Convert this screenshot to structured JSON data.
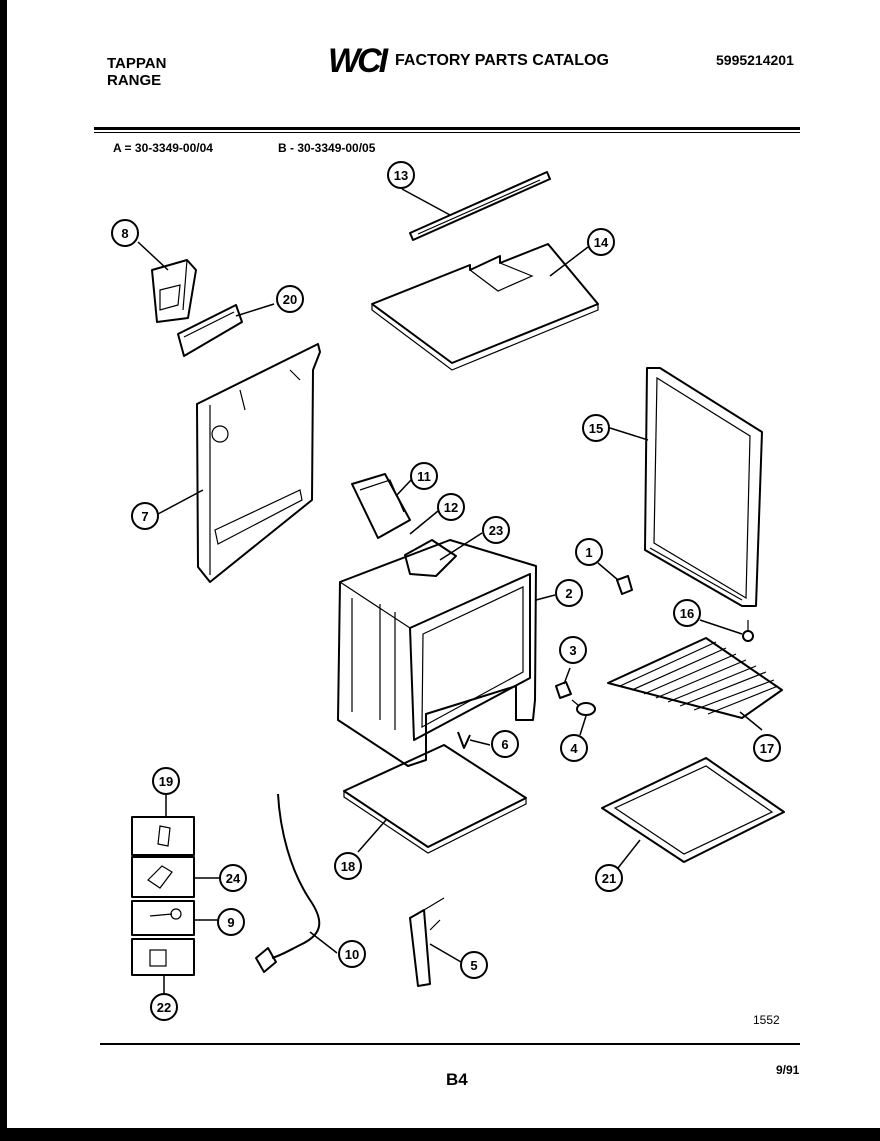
{
  "header": {
    "brand": "TAPPAN",
    "product_type": "RANGE",
    "logo_text": "WCI",
    "catalog_title": "FACTORY PARTS CATALOG",
    "catalog_number": "5995214201"
  },
  "models": {
    "a": "A = 30-3349-00/04",
    "b": "B - 30-3349-00/05"
  },
  "callouts": [
    "1",
    "2",
    "3",
    "4",
    "5",
    "6",
    "7",
    "8",
    "9",
    "10",
    "11",
    "12",
    "13",
    "14",
    "15",
    "16",
    "17",
    "18",
    "19",
    "20",
    "21",
    "22",
    "23",
    "24"
  ],
  "footer": {
    "drawing_number": "1552",
    "page_id": "B4",
    "date": "9/91"
  }
}
